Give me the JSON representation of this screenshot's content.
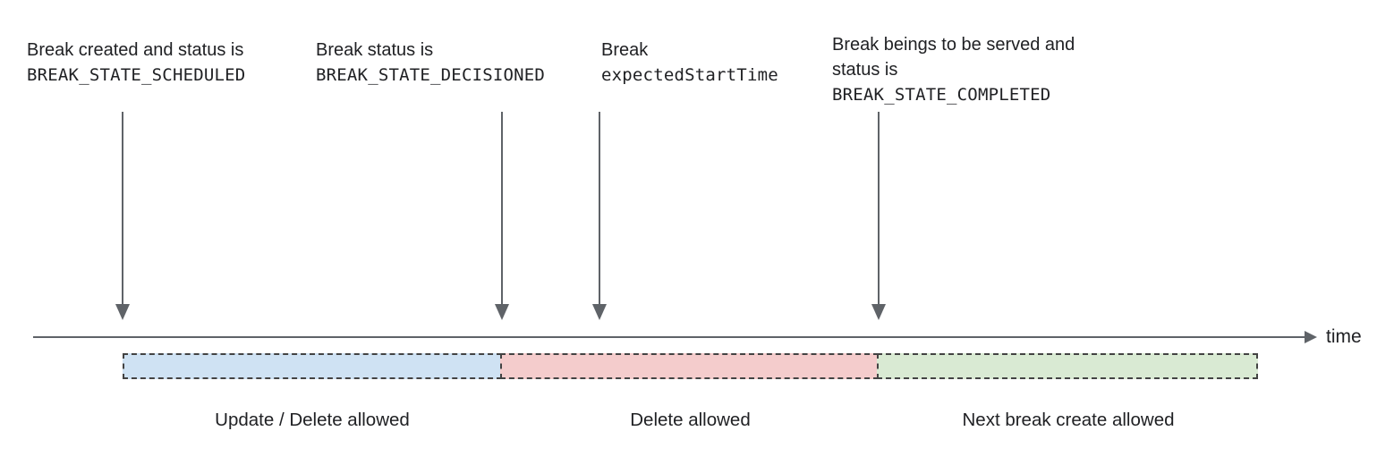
{
  "diagram": {
    "title_semantics": "Break lifecycle timeline",
    "annotations": [
      {
        "text": "Break created and status is",
        "code": "BREAK_STATE_SCHEDULED"
      },
      {
        "text": "Break status is",
        "code": "BREAK_STATE_DECISIONED"
      },
      {
        "text": "Break",
        "code": "expectedStartTime"
      },
      {
        "text": "Break beings to be served and status is",
        "code": "BREAK_STATE_COMPLETED"
      }
    ],
    "timeline": {
      "axis_label": "time"
    },
    "segments": [
      {
        "label": "Update / Delete allowed",
        "color": "#cfe2f3"
      },
      {
        "label": "Delete allowed",
        "color": "#f4cccc"
      },
      {
        "label": "Next break create allowed",
        "color": "#d9ead3"
      }
    ],
    "colors": {
      "arrow": "#5f6368",
      "dashed_border": "#434343",
      "text": "#202124"
    }
  }
}
